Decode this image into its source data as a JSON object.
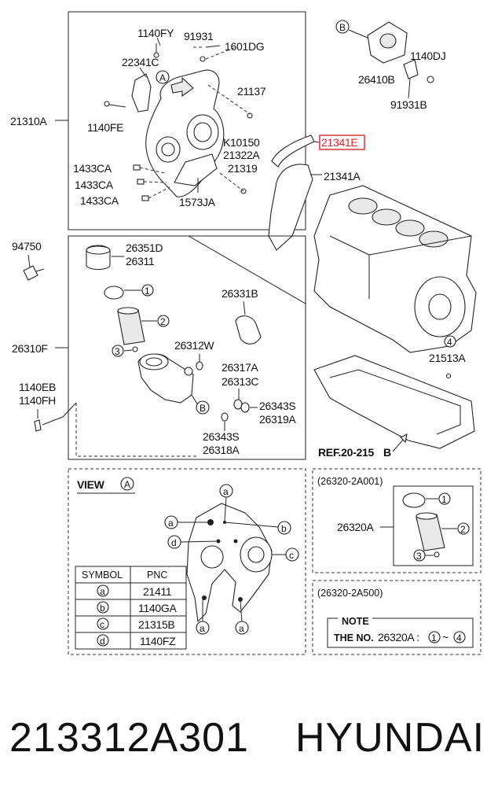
{
  "labels": {
    "l1140FY": "1140FY",
    "l91931": "91931",
    "l1601DG": "1601DG",
    "l22341C": "22341C",
    "lA": "A",
    "l21137": "21137",
    "l21310A": "21310A",
    "l1140FE": "1140FE",
    "lK10150": "K10150",
    "l21322A": "21322A",
    "l21319": "21319",
    "l1433CA_1": "1433CA",
    "l1433CA_2": "1433CA",
    "l1433CA_3": "1433CA",
    "l1573JA": "1573JA",
    "l21341E": "21341E",
    "l21341A": "21341A",
    "lB": "B",
    "l1140DJ": "1140DJ",
    "l26410B": "26410B",
    "l91931B": "91931B",
    "l94750": "94750",
    "l26351D": "26351D",
    "l26311": "26311",
    "l1": "1",
    "l2": "2",
    "l3": "3",
    "l26331B": "26331B",
    "l26312W": "26312W",
    "l26310F": "26310F",
    "l26317A": "26317A",
    "l26313C": "26313C",
    "l1140EB": "1140EB",
    "l1140FH": "1140FH",
    "lB2": "B",
    "l26343S_1": "26343S",
    "l26319A": "26319A",
    "l26343S_2": "26343S",
    "l26318A": "26318A",
    "l4": "4",
    "l21513A": "21513A",
    "lRef": "REF.20-215",
    "lRefB": "B"
  },
  "view": {
    "title": "VIEW",
    "letter": "A",
    "callouts": [
      "a",
      "a",
      "b",
      "d",
      "c",
      "a",
      "a"
    ],
    "table": {
      "headers": [
        "SYMBOL",
        "PNC"
      ],
      "rows": [
        {
          "symbol": "a",
          "pnc": "21411"
        },
        {
          "symbol": "b",
          "pnc": "1140GA"
        },
        {
          "symbol": "c",
          "pnc": "21315B"
        },
        {
          "symbol": "d",
          "pnc": "1140FZ"
        }
      ]
    }
  },
  "kit1": {
    "title": "(26320-2A001)",
    "label": "26320A",
    "n1": "1",
    "n2": "2",
    "n3": "3"
  },
  "kit2": {
    "title": "(26320-2A500)",
    "note_title": "NOTE",
    "note_text": "THE NO.",
    "note_part": "26320A :",
    "note_from": "1",
    "note_sep": "~",
    "note_to": "4"
  },
  "footer": {
    "part_number": "213312A301",
    "brand": "HYUNDAI"
  },
  "colors": {
    "highlight": "#d6262d"
  }
}
